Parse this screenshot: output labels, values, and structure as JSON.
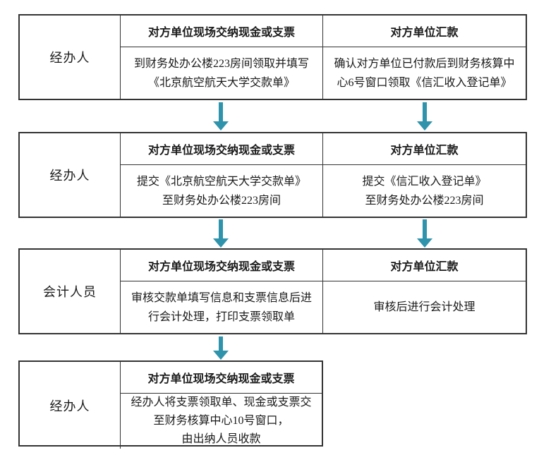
{
  "palette": {
    "arrow_color": "#2E93AB",
    "border_color": "#333333",
    "text_color": "#1a1a1a",
    "background": "#ffffff"
  },
  "flow": {
    "stages": [
      {
        "role": "经办人",
        "columns": [
          {
            "header": "对方单位现场交纳现金或支票",
            "body": "到财务处办公楼223房间领取并填写\n《北京航空航天大学交款单》"
          },
          {
            "header": "对方单位汇款",
            "body": "确认对方单位已付款后到财务核算中\n心6号窗口领取《信汇收入登记单》"
          }
        ]
      },
      {
        "role": "经办人",
        "columns": [
          {
            "header": "对方单位现场交纳现金或支票",
            "body": "提交《北京航空航天大学交款单》\n至财务处办公楼223房间"
          },
          {
            "header": "对方单位汇款",
            "body": "提交《信汇收入登记单》\n至财务处办公楼223房间"
          }
        ]
      },
      {
        "role": "会计人员",
        "columns": [
          {
            "header": "对方单位现场交纳现金或支票",
            "body": "审核交款单填写信息和支票信息后进\n行会计处理，打印支票领取单"
          },
          {
            "header": "对方单位汇款",
            "body": "审核后进行会计处理"
          }
        ]
      },
      {
        "role": "经办人",
        "columns": [
          {
            "header": "对方单位现场交纳现金或支票",
            "body": "经办人将支票领取单、现金或支票交\n至财务核算中心10号窗口，\n由出纳人员收款"
          }
        ]
      }
    ]
  }
}
